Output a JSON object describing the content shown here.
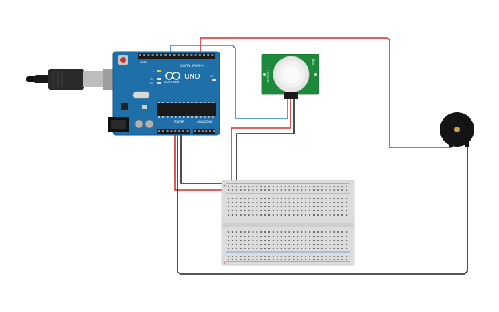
{
  "canvas": {
    "background": "#ffffff"
  },
  "colors": {
    "wire_red": "#d32f2f",
    "wire_black": "#222222",
    "wire_blue": "#1e88c8",
    "board": "#1f6fa8",
    "sensor_board": "#1c8a3a",
    "breadboard": "#dcdcdc"
  },
  "arduino": {
    "logo_text": "UNO",
    "brand_text": "ARDUINO",
    "digital_label": "DIGITAL (PWM~)",
    "power_label": "POWER",
    "analog_label": "ANALOG IN",
    "aref_label": "AREF",
    "gnd_label": "GND",
    "tx_label": "TX",
    "rx_label": "RX",
    "l_label": "L",
    "on_label": "ON"
  },
  "pir": {
    "name": "PIR sensor",
    "left_label": "HC-SR501",
    "right_label": "Body"
  },
  "buzzer": {
    "name": "piezo buzzer"
  },
  "breadboard": {
    "plus": "+",
    "minus": "-"
  }
}
